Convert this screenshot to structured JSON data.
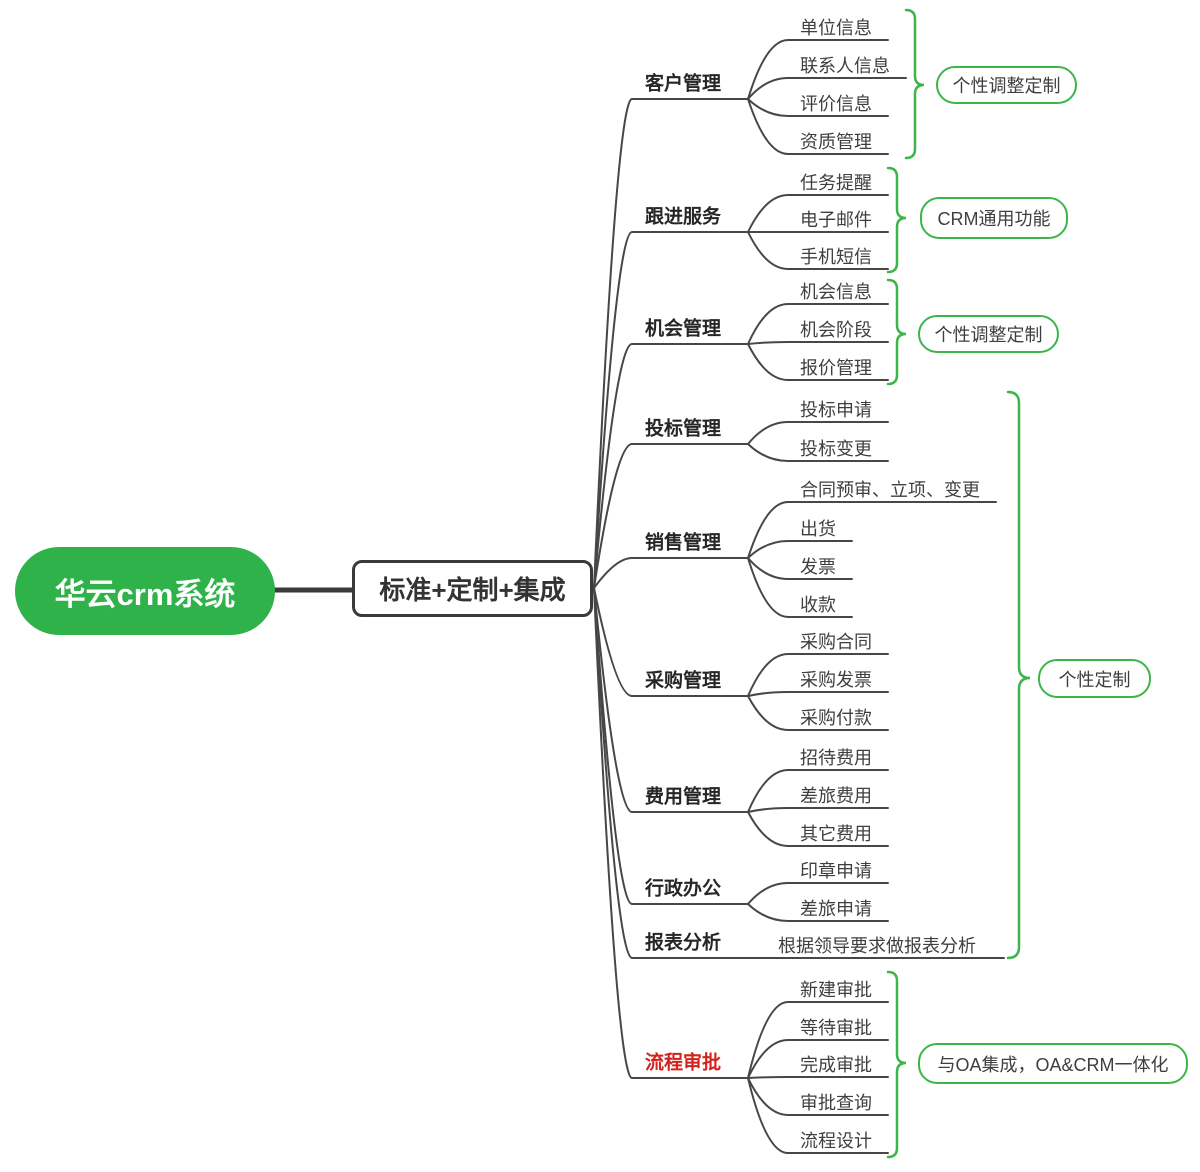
{
  "root": {
    "label": "华云crm系统"
  },
  "hub": {
    "label": "标准+定制+集成"
  },
  "branches": [
    {
      "label": "客户管理",
      "children": [
        "单位信息",
        "联系人信息",
        "评价信息",
        "资质管理"
      ],
      "summary": "个性调整定制"
    },
    {
      "label": "跟进服务",
      "children": [
        "任务提醒",
        "电子邮件",
        "手机短信"
      ],
      "summary": "CRM通用功能"
    },
    {
      "label": "机会管理",
      "children": [
        "机会信息",
        "机会阶段",
        "报价管理"
      ],
      "summary": "个性调整定制"
    },
    {
      "label": "投标管理",
      "children": [
        "投标申请",
        "投标变更"
      ]
    },
    {
      "label": "销售管理",
      "children": [
        "合同预审、立项、变更",
        "出货",
        "发票",
        "收款"
      ]
    },
    {
      "label": "采购管理",
      "children": [
        "采购合同",
        "采购发票",
        "采购付款"
      ]
    },
    {
      "label": "费用管理",
      "children": [
        "招待费用",
        "差旅费用",
        "其它费用"
      ]
    },
    {
      "label": "行政办公",
      "children": [
        "印章申请",
        "差旅申请"
      ]
    },
    {
      "label": "报表分析",
      "children": [
        "根据领导要求做报表分析"
      ]
    },
    {
      "label": "流程审批",
      "highlight": true,
      "children": [
        "新建审批",
        "等待审批",
        "完成审批",
        "审批查询",
        "流程设计"
      ],
      "summary": "与OA集成，OA&CRM一体化"
    }
  ],
  "group_summary": {
    "label": "个性定制",
    "covers": [
      "投标管理",
      "销售管理",
      "采购管理",
      "费用管理",
      "行政办公",
      "报表分析"
    ]
  },
  "colors": {
    "theme_green": "#2fb24a",
    "brace_green": "#3cb54a",
    "line_dark": "#474747",
    "text_dark": "#3f3f3f",
    "label_dark": "#262626",
    "alert_red": "#d2231e"
  }
}
